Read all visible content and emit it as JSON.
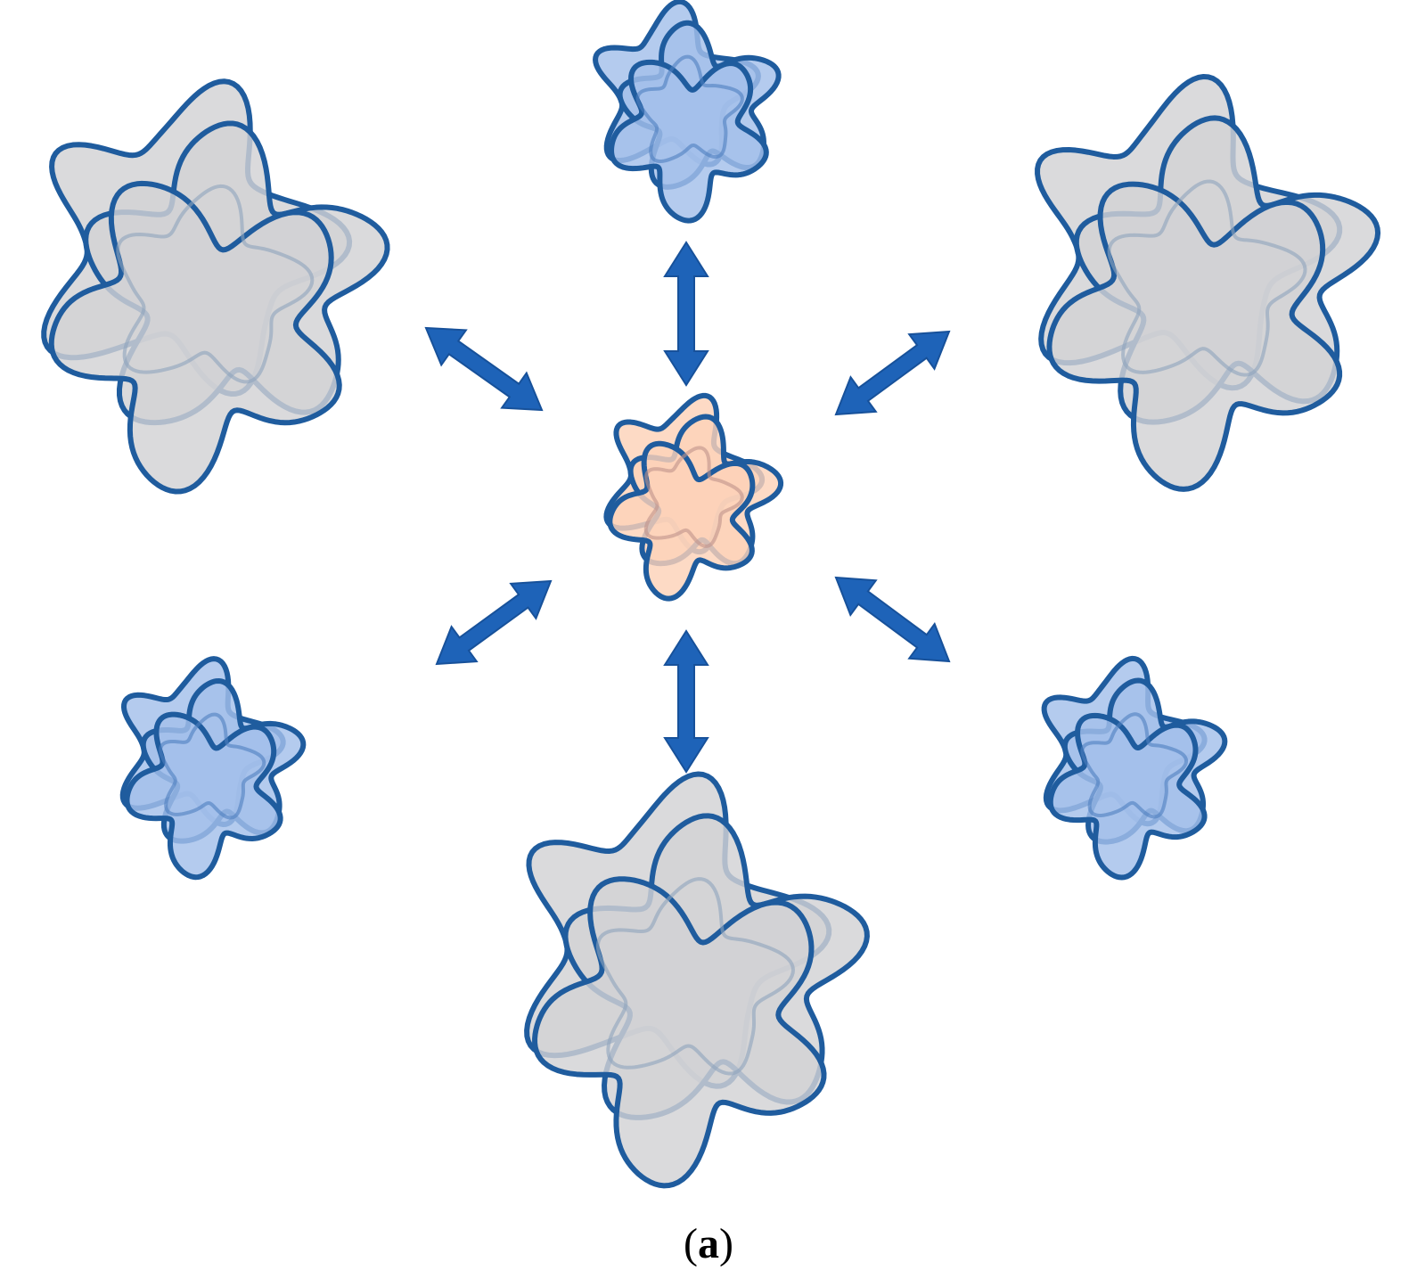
{
  "caption": {
    "open": "(",
    "letter": "a",
    "close": ")"
  },
  "colors": {
    "outline": "#1f5c9e",
    "arrow": "#1e63b8",
    "arrow_edge": "#17519a",
    "gray_fill": "#d2d2d4",
    "blue_fill": "#a3c0ea",
    "peach_fill": "#fcd2b8",
    "inner_line_gray": "#8da4bd",
    "inner_line_blue": "#4f7fbf",
    "inner_line_peach": "#c0938a"
  },
  "clusters": [
    {
      "id": "center",
      "fill": "peach"
    },
    {
      "id": "top",
      "fill": "blue"
    },
    {
      "id": "top-left",
      "fill": "gray"
    },
    {
      "id": "top-right",
      "fill": "gray"
    },
    {
      "id": "bottom-left",
      "fill": "blue"
    },
    {
      "id": "bottom-right",
      "fill": "blue"
    },
    {
      "id": "bottom",
      "fill": "gray"
    }
  ],
  "arrows": [
    {
      "id": "center-top"
    },
    {
      "id": "center-top-left"
    },
    {
      "id": "center-top-right"
    },
    {
      "id": "center-bottom-left"
    },
    {
      "id": "center-bottom-right"
    },
    {
      "id": "center-bottom"
    }
  ]
}
